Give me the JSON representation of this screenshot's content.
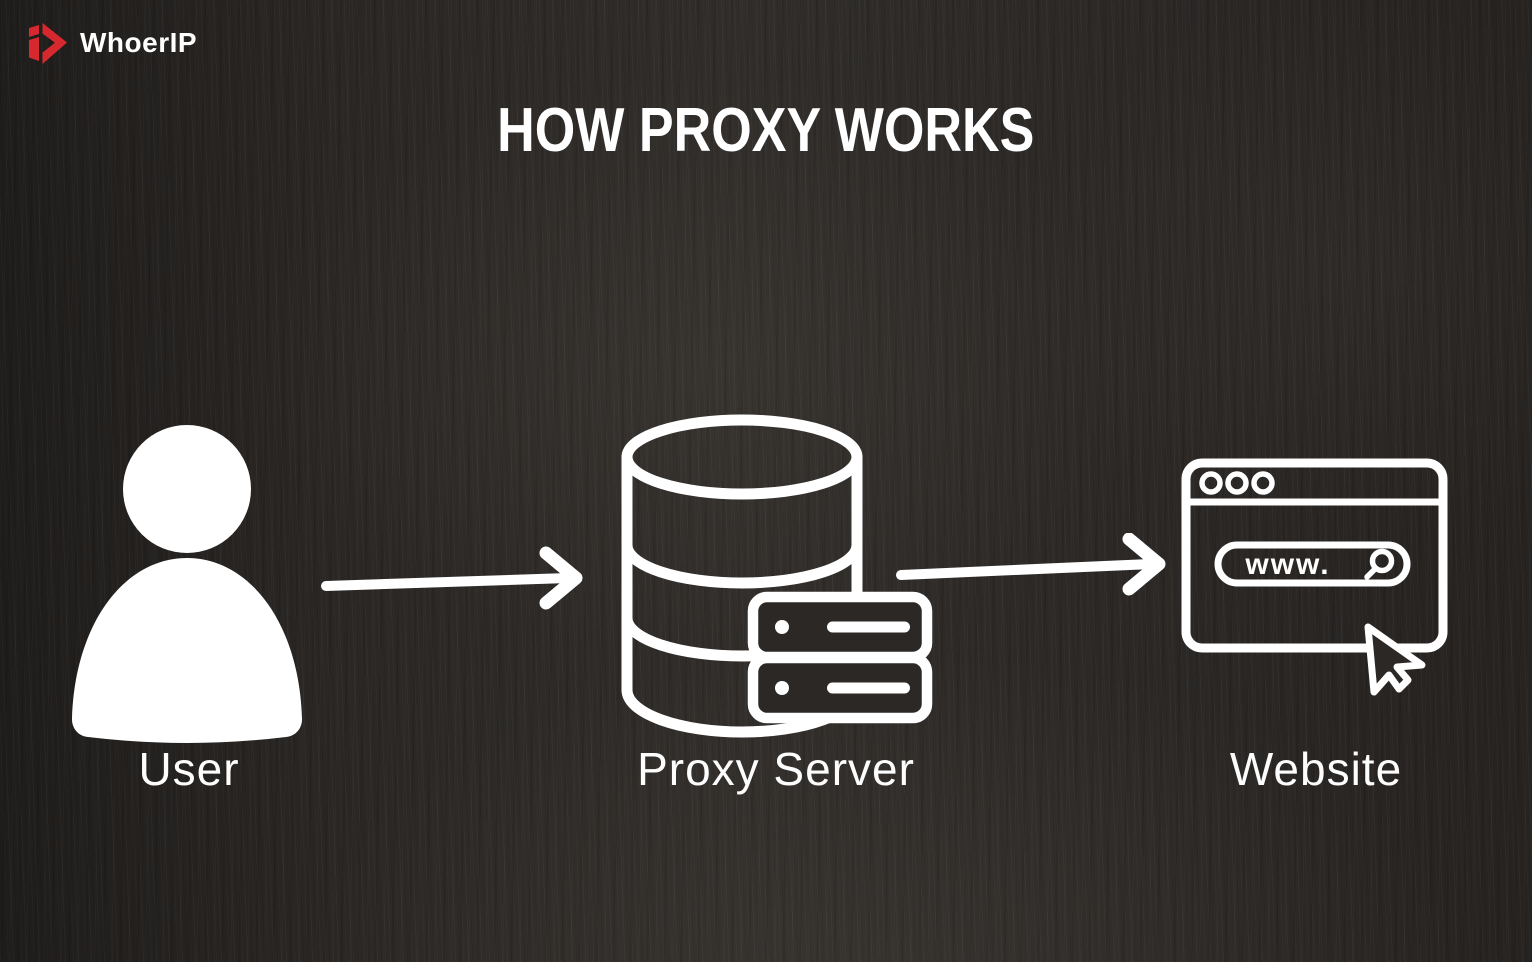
{
  "logo": {
    "brand": "WhoerIP",
    "icon": "whoerip-mark"
  },
  "title": "HOW PROXY WORKS",
  "flow": {
    "nodes": [
      {
        "id": "user",
        "label": "User",
        "icon": "user-icon"
      },
      {
        "id": "proxy-server",
        "label": "Proxy Server",
        "icon": "database-server-icon"
      },
      {
        "id": "website",
        "label": "Website",
        "icon": "browser-window-icon",
        "address_bar": "www."
      }
    ],
    "connections": [
      {
        "from": "User",
        "to": "Proxy Server"
      },
      {
        "from": "Proxy Server",
        "to": "Website"
      }
    ]
  },
  "colors": {
    "accent_red": "#d7282f",
    "foreground": "#ffffff",
    "background": "#2b2826"
  }
}
